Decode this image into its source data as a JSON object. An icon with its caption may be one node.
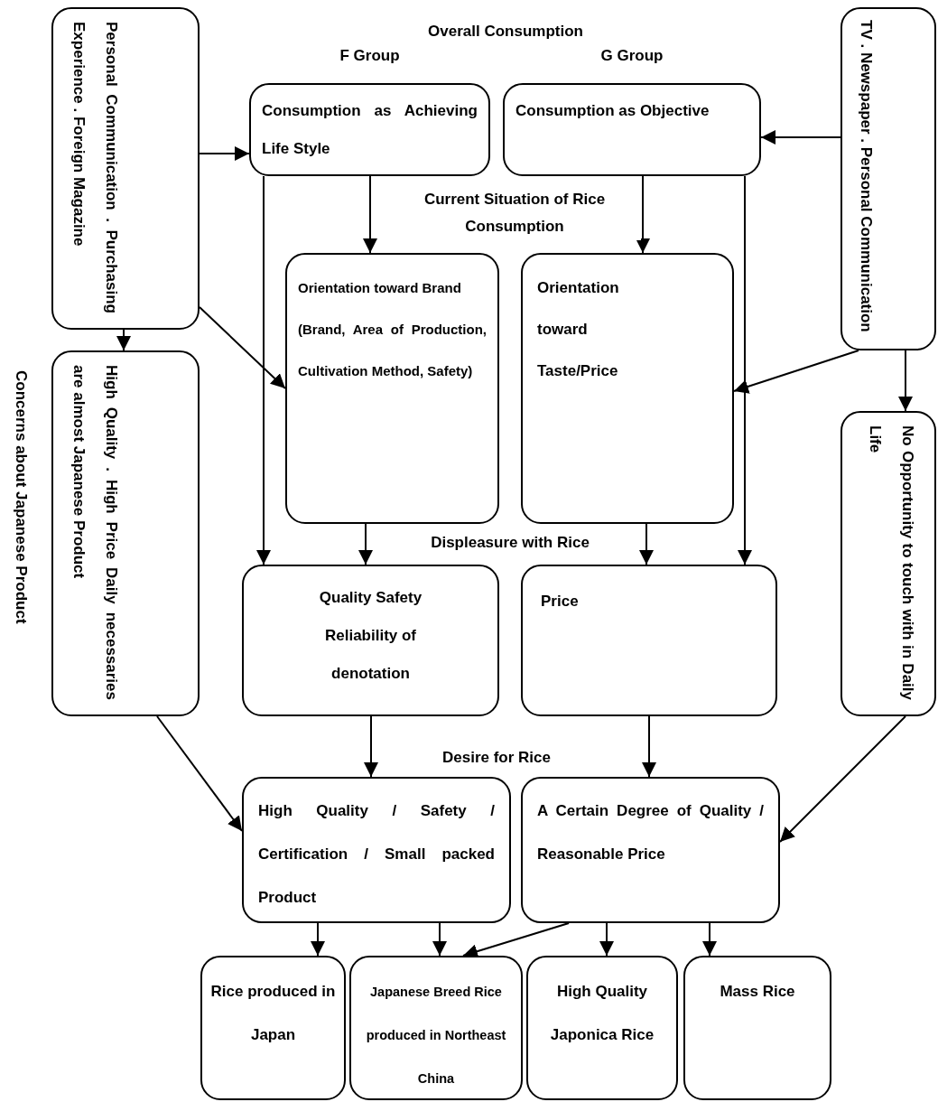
{
  "diagram": {
    "nodes": [
      {
        "text": [
          "Personal Communication . Purchasing Experience . Foreign Magazine"
        ]
      },
      {
        "text": [
          "F Group",
          "Consumption as Achieving Life Style"
        ]
      },
      {
        "text": [
          "G Group",
          "Consumption as Objective"
        ]
      },
      {
        "text": [
          "TV . Newspaper . Personal Communication"
        ]
      },
      {
        "text": [
          "Orientation toward Brand",
          "(Brand, Area of Production, Cultivation Method, Safety)"
        ]
      },
      {
        "text": [
          "Orientation toward Taste/Price"
        ]
      },
      {
        "text": [
          "High Quality . High Price Daily necessaries are almost Japanese Product"
        ],
        "beside": [
          "Concerns about Japanese Product"
        ]
      },
      {
        "text": [
          "No Opportunity to touch with in Daily Life"
        ]
      },
      {
        "text": [
          "Quality Safety Reliability of denotation"
        ]
      },
      {
        "text": [
          "Price"
        ]
      },
      {
        "text": [
          "High Quality / Safety / Certification / Small packed Product"
        ]
      },
      {
        "text": [
          "A Certain Degree of Quality / Reasonable Price"
        ]
      },
      {
        "text": [
          "Rice produced in Japan"
        ]
      },
      {
        "text": [
          "Japanese Breed Rice produced in Northeast China"
        ]
      },
      {
        "text": [
          "High Quality Japonica Rice"
        ]
      },
      {
        "text": [
          "Mass Rice"
        ]
      }
    ],
    "edges": [
      {
        "from": 0,
        "to": 1,
        "arrow": "to"
      },
      {
        "from": 3,
        "to": 2,
        "arrow": "to"
      },
      {
        "from": 1,
        "to": 4,
        "arrow": "to"
      },
      {
        "from": 2,
        "to": 5,
        "arrow": "to"
      },
      {
        "from": 1,
        "to": 8,
        "arrow": "to"
      },
      {
        "from": 2,
        "to": 9,
        "arrow": "to"
      },
      {
        "from": 0,
        "to": 4,
        "arrow": "to"
      },
      {
        "from": 3,
        "to": 5,
        "arrow": "to"
      },
      {
        "from": 0,
        "to": 6,
        "arrow": "to"
      },
      {
        "from": 3,
        "to": 7,
        "arrow": "to"
      },
      {
        "from": 4,
        "to": 8,
        "arrow": "to"
      },
      {
        "from": 5,
        "to": 9,
        "arrow": "to"
      },
      {
        "from": 8,
        "to": 10,
        "arrow": "to"
      },
      {
        "from": 9,
        "to": 11,
        "arrow": "to"
      },
      {
        "from": 6,
        "to": 10,
        "arrow": "to"
      },
      {
        "from": 7,
        "to": 11,
        "arrow": "to"
      },
      {
        "from": 10,
        "to": 12,
        "arrow": "to"
      },
      {
        "from": 10,
        "to": 13,
        "arrow": "to"
      },
      {
        "from": 11,
        "to": 13,
        "arrow": "to"
      },
      {
        "from": 11,
        "to": 14,
        "arrow": "to"
      },
      {
        "from": 11,
        "to": 15,
        "arrow": "to"
      }
    ],
    "labels": [
      "Overall Consumption",
      "Current Situation of Rice Consumption",
      "Displeasure with Rice",
      "Desire for Rice"
    ]
  }
}
